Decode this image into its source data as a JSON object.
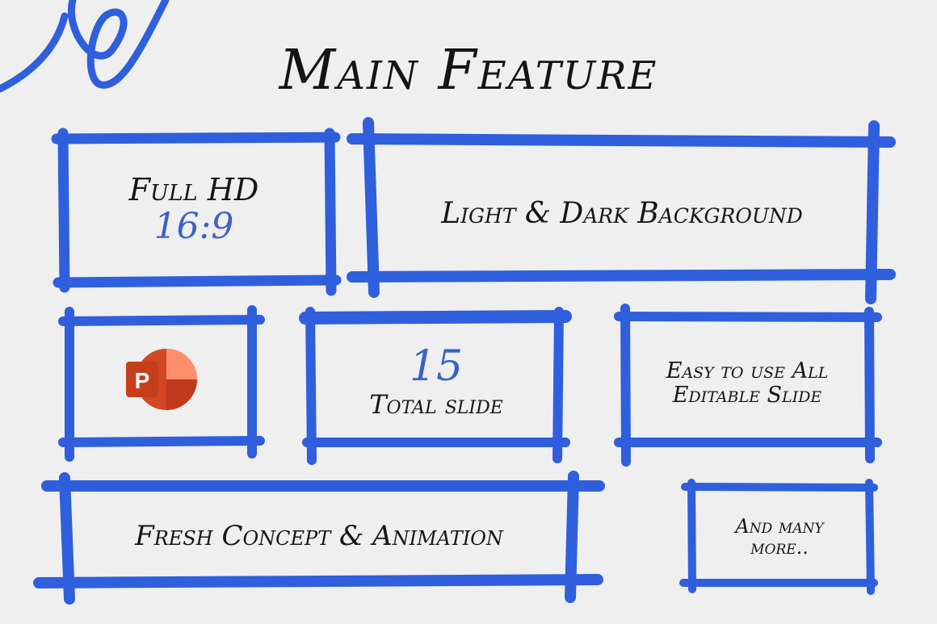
{
  "title": "Main Feature",
  "boxes": {
    "fullhd": {
      "line1": "Full HD",
      "line2": "16:9"
    },
    "background": {
      "text": "Light & Dark Background"
    },
    "app_icon": "powerpoint-icon",
    "slides": {
      "number": "15",
      "label": "Total slide"
    },
    "editable": {
      "line1": "Easy to use All",
      "line2": "Editable Slide"
    },
    "concept": {
      "text": "Fresh Concept & Animation"
    },
    "more": {
      "line1": "And many",
      "line2": "more.."
    }
  },
  "colors": {
    "marker": "#2f5fdc",
    "background": "#efefef",
    "ink": "#161616",
    "ppt_orange": "#d24726"
  }
}
